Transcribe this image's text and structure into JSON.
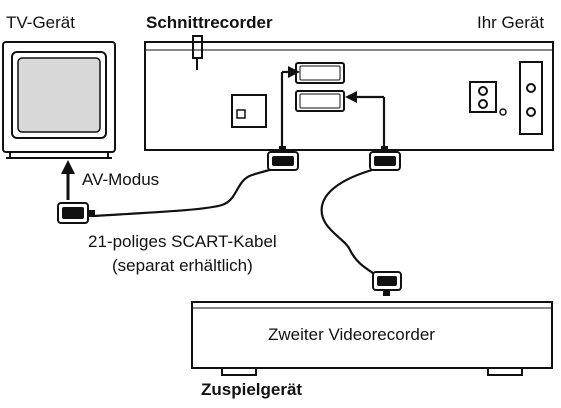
{
  "labels": {
    "tv": "TV-Gerät",
    "recorder": "Schnittrecorder",
    "your_device": "Ihr Gerät",
    "av_mode": "AV-Modus",
    "cable_line1": "21-poliges SCART-Kabel",
    "cable_line2": "(separat erhältlich)",
    "second_vcr": "Zweiter Videorecorder",
    "source": "Zuspielgerät"
  },
  "colors": {
    "line": "#111111",
    "screen_fill": "#d8d8d8",
    "panel_fill": "#ffffff"
  }
}
